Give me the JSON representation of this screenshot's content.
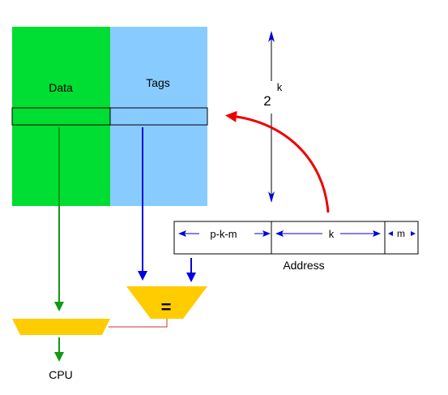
{
  "labels": {
    "data": "Data",
    "tags": "Tags",
    "power_base": "2",
    "power_exp": "k",
    "address": "Address",
    "field_pkm": "p-k-m",
    "field_k": "k",
    "field_m": "m",
    "comparator": "=",
    "cpu": "CPU"
  },
  "colors": {
    "data_block": "#00dd33",
    "tags_block": "#88ccff",
    "green_arrow": "#119911",
    "blue_arrow": "#0000dd",
    "red_arrow": "#ee0000",
    "mux": "#ffcc00",
    "wire": "#cc3333",
    "outline": "#000000"
  },
  "icons": {
    "size_arrow": "double-vertical-arrow-icon",
    "index_arrow": "curved-red-arrow-icon",
    "comparator_shape": "comparator-trapezoid-icon",
    "mux_shape": "multiplexer-trapezoid-icon"
  }
}
